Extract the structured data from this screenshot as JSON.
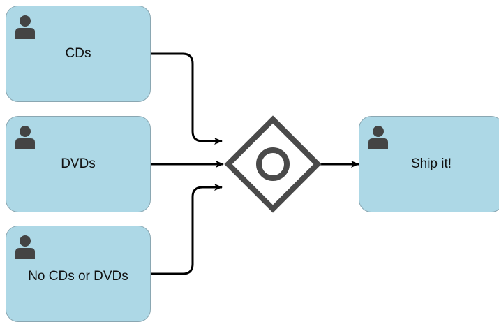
{
  "diagram": {
    "tasks": {
      "cds": {
        "label": "CDs",
        "icon": "user-icon"
      },
      "dvds": {
        "label": "DVDs",
        "icon": "user-icon"
      },
      "no_cds_or_dvds": {
        "label": "No CDs or DVDs",
        "icon": "user-icon"
      },
      "ship": {
        "label": "Ship it!",
        "icon": "user-icon"
      }
    },
    "gateway": {
      "type": "inclusive",
      "icon": "circle-in-diamond"
    },
    "colors": {
      "task_fill": "#add8e6",
      "task_border": "#8aa7b2",
      "icon": "#444444",
      "flow": "#000000"
    }
  }
}
